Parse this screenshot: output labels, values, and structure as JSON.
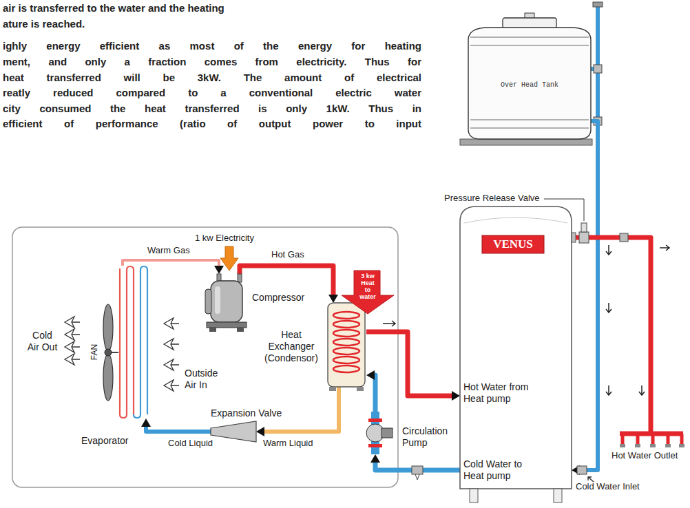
{
  "diagram": {
    "nodes": [
      {
        "text": [
          "Over Head Tank"
        ]
      },
      {
        "text": [
          "Hot Water from Heat pump",
          "Cold Water to Heat pump"
        ]
      },
      {
        "text": [
          "VENUS"
        ],
        "in": 1
      },
      {
        "text": [
          "Compressor"
        ]
      },
      {
        "text": [
          "Heat Exchanger (Condensor)"
        ]
      },
      {
        "text": [
          "Evaporator"
        ]
      },
      {
        "text": [
          "Expansion Valve"
        ]
      },
      {
        "text": [
          "Circulation Pump"
        ]
      },
      {
        "text": [
          "3 kw Heat to water"
        ]
      }
    ],
    "edges": [
      {
        "from": 5,
        "to": 3,
        "arrow": "to",
        "label": "Warm Gas"
      },
      {
        "from": 3,
        "to": 4,
        "arrow": "to",
        "label": "Hot Gas"
      },
      {
        "from": 4,
        "to": 6,
        "arrow": "to",
        "label": "Warm Liquid"
      },
      {
        "from": 6,
        "to": 5,
        "arrow": "to",
        "label": "Cold Liquid"
      },
      {
        "from": 4,
        "to": 1,
        "arrow": "to"
      },
      {
        "from": 1,
        "to": 7,
        "arrow": "to"
      },
      {
        "from": 7,
        "to": 4,
        "arrow": "to"
      },
      {
        "from": 0,
        "to": 1,
        "arrow": "to"
      }
    ],
    "labels": [
      "air is transferred to the water and the heating",
      "ature is reached.",
      "ighly energy efficient as most of the energy for heating",
      "ment, and only a fraction comes from electricity. Thus for",
      "heat transferred will be 3kW. The amount of electrical",
      "reatly reduced compared to a conventional electric water",
      "city consumed the heat transferred is only 1kW. Thus in",
      "efficient of performance (ratio of output power to input",
      "1 kw Electricity",
      "FAN",
      "Cold Air Out",
      "Outside Air In",
      "Pressure Release Valve",
      "Hot Water Outlet",
      "Cold Water Inlet"
    ]
  }
}
